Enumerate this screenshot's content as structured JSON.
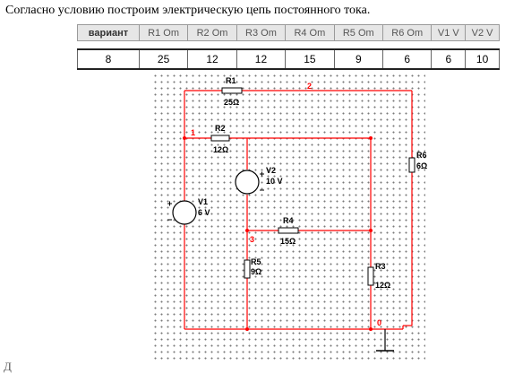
{
  "intro_text": "Согласно условию построим электрическую цепь постоянного тока.",
  "table": {
    "headers": [
      "вариант",
      "R1 Om",
      "R2 Om",
      "R3 Om",
      "R4 Om",
      "R5 Om",
      "R6 Om",
      "V1 V",
      "V2 V"
    ],
    "values": [
      "8",
      "25",
      "12",
      "12",
      "15",
      "9",
      "6",
      "6",
      "10"
    ]
  },
  "circuit": {
    "components": {
      "R1": {
        "name": "R1",
        "value": "25Ω"
      },
      "R2": {
        "name": "R2",
        "value": "12Ω"
      },
      "R3": {
        "name": "R3",
        "value": "12Ω"
      },
      "R4": {
        "name": "R4",
        "value": "15Ω"
      },
      "R5": {
        "name": "R5",
        "value": "9Ω"
      },
      "R6": {
        "name": "R6",
        "value": "6Ω"
      },
      "V1": {
        "name": "V1",
        "value": "6 V"
      },
      "V2": {
        "name": "V2",
        "value": "10 V"
      }
    },
    "nodes": {
      "n0": "0",
      "n1": "1",
      "n2": "2",
      "n3": "3"
    },
    "wire_color": "#ff0000",
    "label_color": "#000000"
  },
  "trailing_text": "Д"
}
